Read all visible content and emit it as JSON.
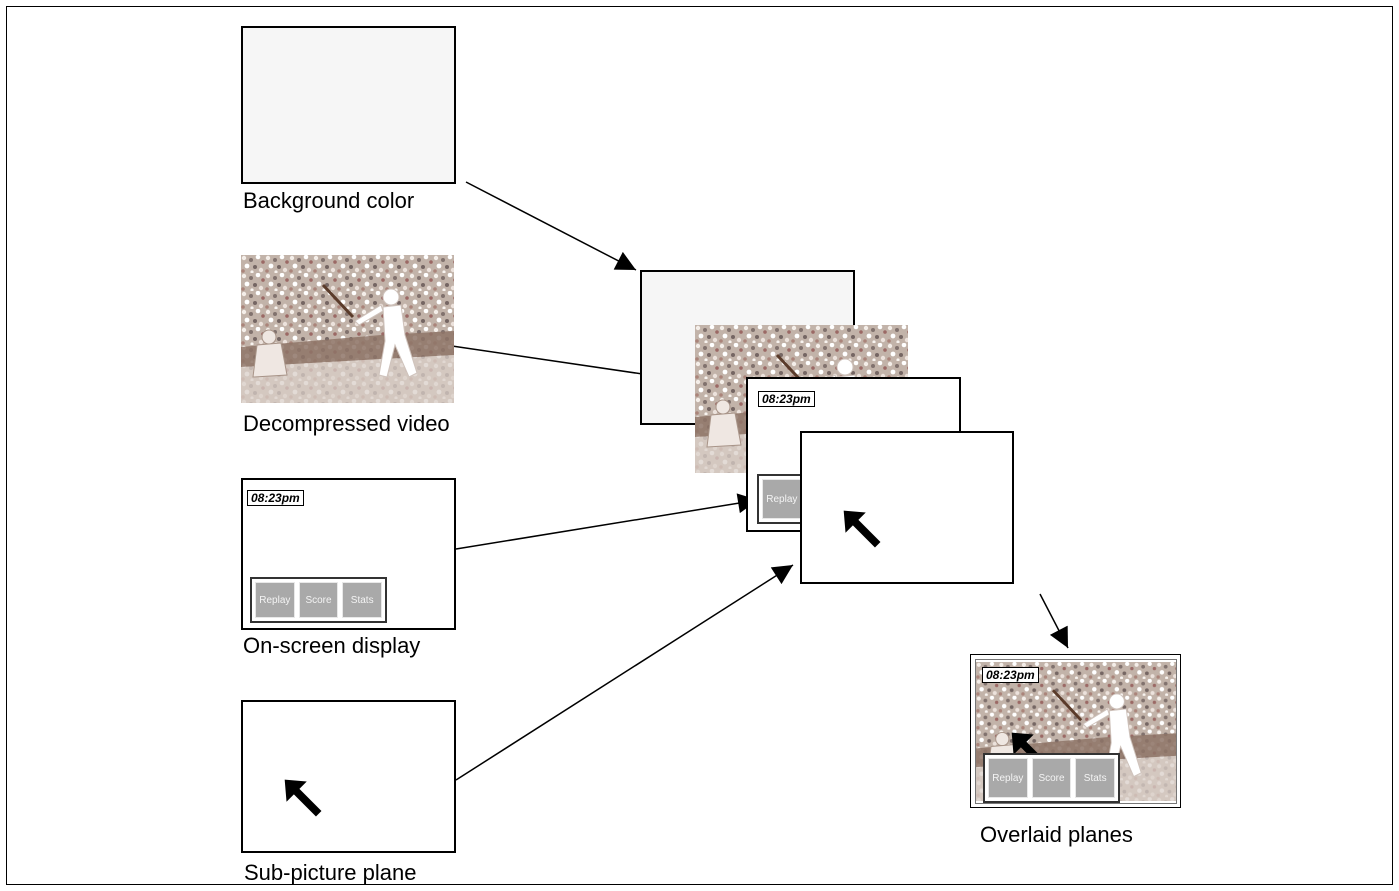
{
  "labels": {
    "background": "Background color",
    "video": "Decompressed video",
    "osd": "On-screen display",
    "subpicture": "Sub-picture plane",
    "overlaid": "Overlaid planes"
  },
  "osd": {
    "clock": "08:23pm",
    "buttons": [
      "Replay",
      "Score",
      "Stats"
    ]
  },
  "colors": {
    "background_plane": "#f6f6f6",
    "button_fill": "#a9a9a9",
    "button_text": "#f4f4f4"
  },
  "icons": {
    "pointer": "arrow-up-left-icon",
    "video": "baseball-crowd-image"
  }
}
